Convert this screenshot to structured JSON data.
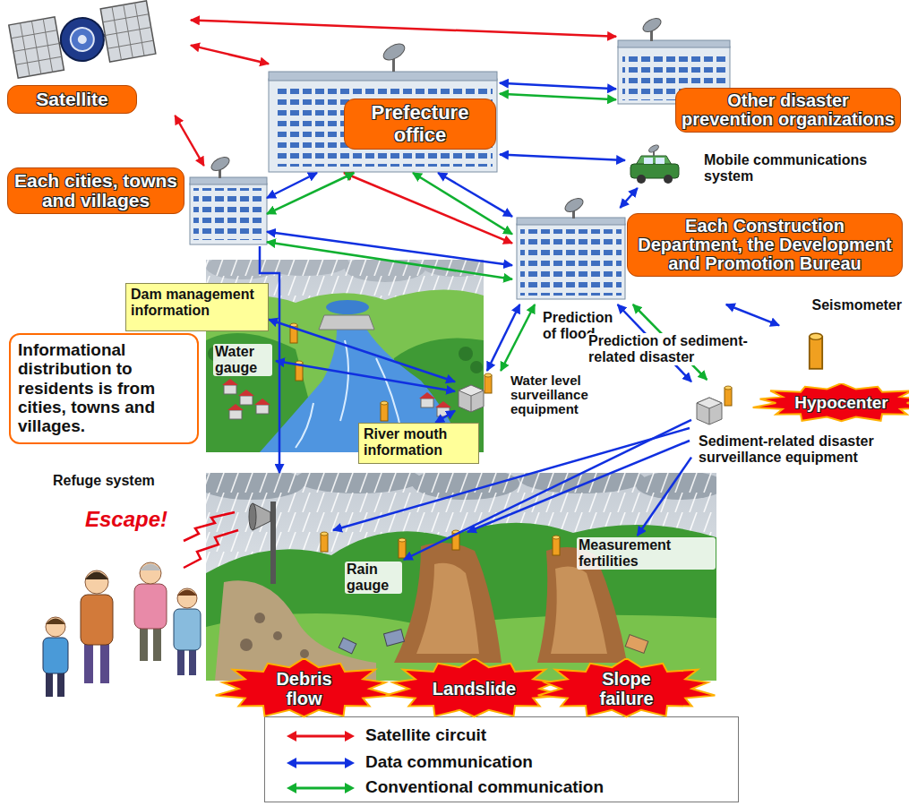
{
  "diagram": {
    "nodes": [
      {
        "text": [
          "Satellite"
        ]
      },
      {
        "text": [
          "Prefecture office"
        ]
      },
      {
        "text": [
          "Other disaster prevention organizations"
        ]
      },
      {
        "text": [
          "Each cities, towns and villages"
        ]
      },
      {
        "text": [
          "Mobile communications system"
        ]
      },
      {
        "text": [
          "Each Construction Department, the Development and Promotion Bureau"
        ]
      },
      {
        "text": [
          "Dam management information"
        ]
      },
      {
        "text": [
          "Informational distribution to residents is from cities, towns and villages."
        ]
      },
      {
        "text": [
          "Water gauge"
        ]
      },
      {
        "text": [
          "Water level surveillance equipment"
        ]
      },
      {
        "text": [
          "River mouth information"
        ]
      },
      {
        "text": [
          "Seismometer"
        ]
      },
      {
        "text": [
          "Hypocenter"
        ]
      },
      {
        "text": [
          "Sediment-related disaster surveillance equipment"
        ]
      },
      {
        "text": [
          "Refuge system"
        ]
      },
      {
        "text": [
          "Rain gauge"
        ]
      },
      {
        "text": [
          "Measurement fertilities"
        ]
      },
      {
        "text": [
          "Debris flow"
        ]
      },
      {
        "text": [
          "Landslide"
        ]
      },
      {
        "text": [
          "Slope failure"
        ]
      }
    ],
    "edges": [
      {
        "from": 0,
        "to": 2,
        "arrow": "both"
      },
      {
        "from": 0,
        "to": 1,
        "arrow": "both"
      },
      {
        "from": 0,
        "to": 3,
        "arrow": "both"
      },
      {
        "from": 1,
        "to": 5,
        "arrow": "both"
      },
      {
        "from": 1,
        "to": 2,
        "arrow": "both"
      },
      {
        "from": 1,
        "to": 4,
        "arrow": "both"
      },
      {
        "from": 4,
        "to": 5,
        "arrow": "both"
      },
      {
        "from": 1,
        "to": 3,
        "arrow": "both"
      },
      {
        "from": 3,
        "to": 5,
        "arrow": "both"
      },
      {
        "from": 1,
        "to": 5,
        "arrow": "both"
      },
      {
        "from": 5,
        "to": 9,
        "arrow": "both"
      },
      {
        "from": 5,
        "to": 13,
        "arrow": "both"
      },
      {
        "from": 5,
        "to": 11,
        "arrow": "both"
      },
      {
        "from": 3,
        "to": 14,
        "arrow": "to"
      },
      {
        "from": 8,
        "to": 9,
        "arrow": "both"
      },
      {
        "from": 6,
        "to": 9,
        "arrow": "both"
      },
      {
        "from": 10,
        "to": 9,
        "arrow": "both"
      },
      {
        "from": 13,
        "to": 15,
        "arrow": "to"
      },
      {
        "from": 13,
        "to": 16,
        "arrow": "to"
      },
      {
        "from": 1,
        "to": 2,
        "arrow": "both"
      },
      {
        "from": 1,
        "to": 3,
        "arrow": "both"
      },
      {
        "from": 3,
        "to": 5,
        "arrow": "both"
      },
      {
        "from": 1,
        "to": 5,
        "arrow": "both"
      },
      {
        "from": 5,
        "to": 9,
        "arrow": "both"
      },
      {
        "from": 5,
        "to": 13,
        "arrow": "both"
      }
    ],
    "labels": [
      "Prediction of flood",
      "Prediction of sediment-related disaster",
      "Escape!"
    ],
    "legend": [
      {
        "text": "Satellite circuit"
      },
      {
        "text": "Data communication"
      },
      {
        "text": "Conventional communication"
      }
    ]
  }
}
